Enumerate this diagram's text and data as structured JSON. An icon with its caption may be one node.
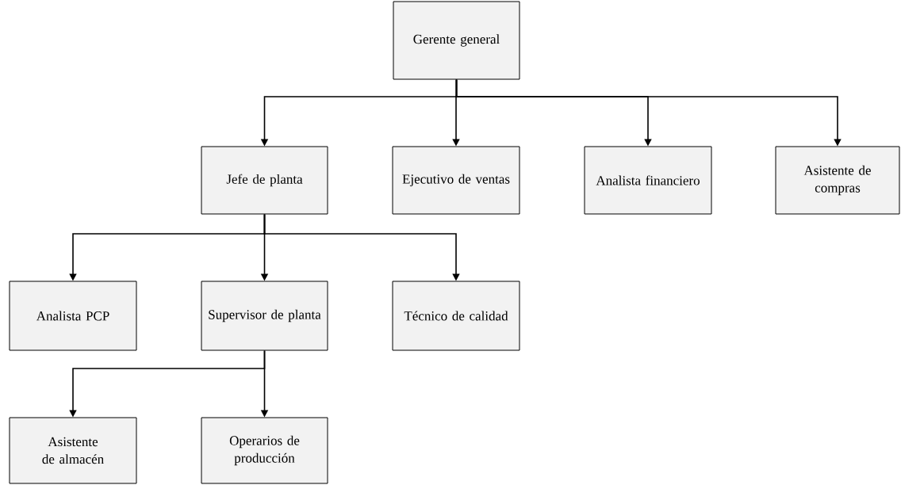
{
  "diagram": {
    "nodes": [
      {
        "text": [
          "Gerente general"
        ]
      },
      {
        "text": [
          "Jefe de planta"
        ]
      },
      {
        "text": [
          "Ejecutivo de ventas"
        ]
      },
      {
        "text": [
          "Analista financiero"
        ]
      },
      {
        "text": [
          "Asistente de compras"
        ]
      },
      {
        "text": [
          "Analista PCP"
        ]
      },
      {
        "text": [
          "Supervisor de planta"
        ]
      },
      {
        "text": [
          "Técnico de calidad"
        ]
      },
      {
        "text": [
          "Asistente de almacén"
        ]
      },
      {
        "text": [
          "Operarios de producción"
        ]
      }
    ],
    "edges": [
      {
        "from": 0,
        "to": 1,
        "arrow": "to"
      },
      {
        "from": 0,
        "to": 2,
        "arrow": "to"
      },
      {
        "from": 0,
        "to": 3,
        "arrow": "to"
      },
      {
        "from": 0,
        "to": 4,
        "arrow": "to"
      },
      {
        "from": 1,
        "to": 5,
        "arrow": "to"
      },
      {
        "from": 1,
        "to": 6,
        "arrow": "to"
      },
      {
        "from": 1,
        "to": 7,
        "arrow": "to"
      },
      {
        "from": 6,
        "to": 8,
        "arrow": "to"
      },
      {
        "from": 6,
        "to": 9,
        "arrow": "to"
      }
    ]
  }
}
